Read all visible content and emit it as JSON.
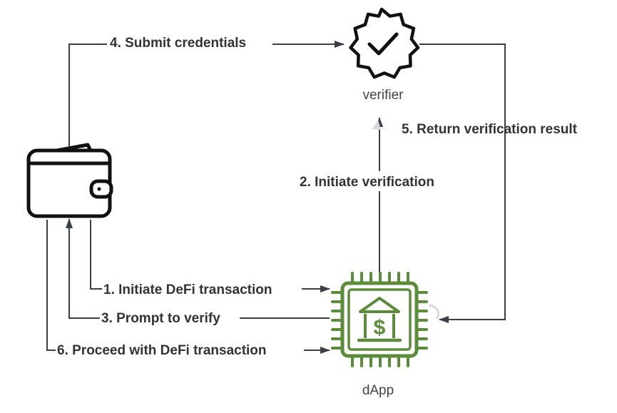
{
  "nodes": {
    "verifier": {
      "label": "verifier",
      "icon": "verified-badge-icon"
    },
    "wallet": {
      "label": "",
      "icon": "wallet-icon"
    },
    "dapp": {
      "label": "dApp",
      "icon": "bank-chip-icon"
    }
  },
  "steps": [
    {
      "id": "step-1",
      "text": "1. Initiate DeFi transaction"
    },
    {
      "id": "step-2",
      "text": "2. Initiate verification"
    },
    {
      "id": "step-3",
      "text": "3. Prompt to verify"
    },
    {
      "id": "step-4",
      "text": "4. Submit credentials"
    },
    {
      "id": "step-5",
      "text": "5. Return verification result"
    },
    {
      "id": "step-6",
      "text": "6. Proceed with DeFi transaction"
    }
  ],
  "colors": {
    "line": "#3a3f47",
    "icon": "#111111",
    "dapp_icon": "#5b8c3a",
    "text": "#333333",
    "background": "#ffffff"
  }
}
